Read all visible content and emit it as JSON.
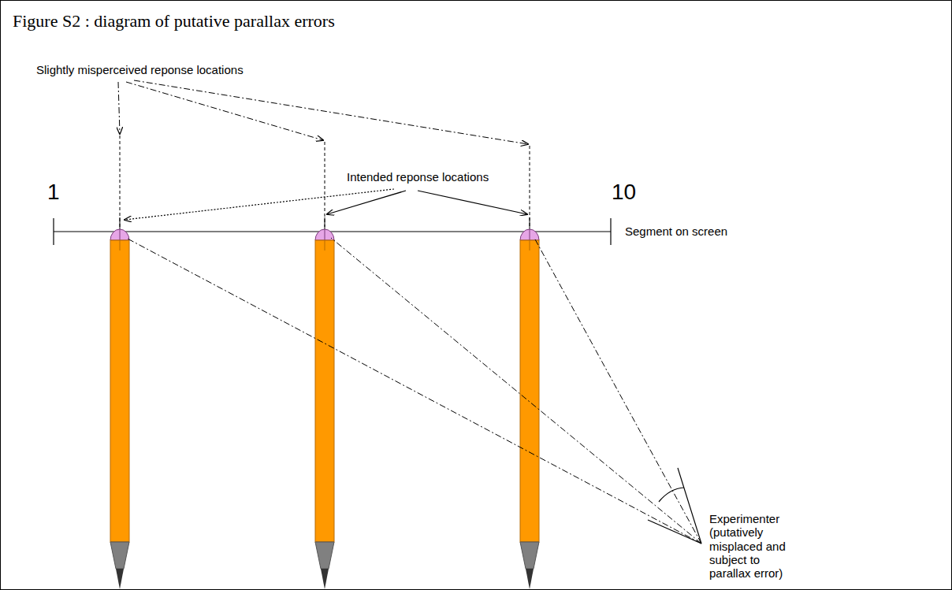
{
  "diagram": {
    "title": "Figure S2 : diagram of putative parallax errors",
    "labels": [
      "Slightly misperceived reponse locations",
      "Intended reponse locations",
      "1",
      "10",
      "Segment on screen",
      "Experimenter (putatively misplaced and subject to parallax error)"
    ]
  }
}
